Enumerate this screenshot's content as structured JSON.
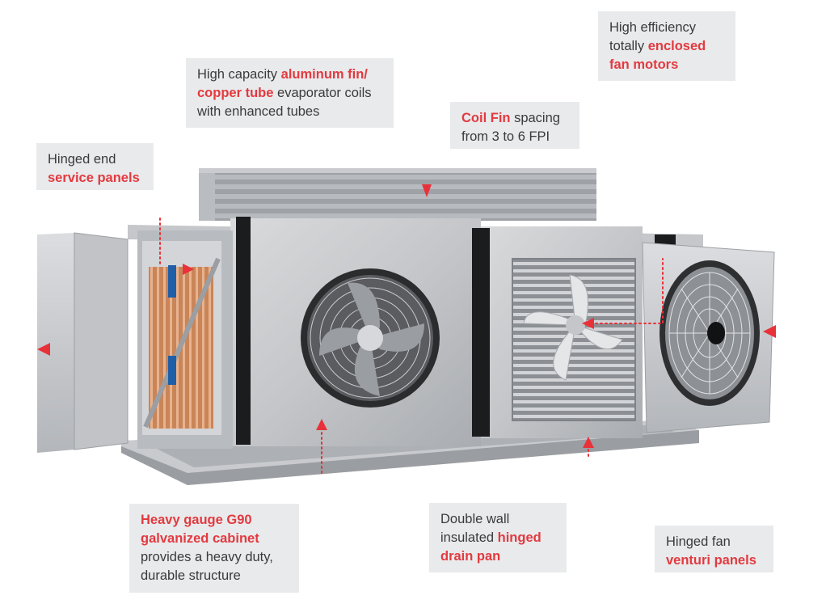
{
  "colors": {
    "accent": "#e23a3f",
    "callout_bg": "#e9eaec",
    "text": "#3a3a3a"
  },
  "callouts": [
    {
      "id": "fan-motors",
      "lines": [
        [
          {
            "t": "High efficiency",
            "hl": false
          }
        ],
        [
          {
            "t": "totally ",
            "hl": false
          },
          {
            "t": "enclosed",
            "hl": true
          }
        ],
        [
          {
            "t": "fan motors",
            "hl": true
          }
        ]
      ]
    },
    {
      "id": "coils",
      "lines": [
        [
          {
            "t": "High capacity ",
            "hl": false
          },
          {
            "t": "aluminum fin/",
            "hl": true
          }
        ],
        [
          {
            "t": "copper tube",
            "hl": true
          },
          {
            "t": " evaporator coils",
            "hl": false
          }
        ],
        [
          {
            "t": "with enhanced tubes",
            "hl": false
          }
        ]
      ]
    },
    {
      "id": "coil-fin",
      "lines": [
        [
          {
            "t": "Coil Fin",
            "hl": true
          },
          {
            "t": " spacing",
            "hl": false
          }
        ],
        [
          {
            "t": "from 3 to 6 FPI",
            "hl": false
          }
        ]
      ]
    },
    {
      "id": "service-panels",
      "lines": [
        [
          {
            "t": "Hinged end",
            "hl": false
          }
        ],
        [
          {
            "t": "service panels",
            "hl": true
          }
        ]
      ]
    },
    {
      "id": "cabinet",
      "lines": [
        [
          {
            "t": "Heavy gauge G90",
            "hl": true
          }
        ],
        [
          {
            "t": "galvanized cabinet",
            "hl": true
          }
        ],
        [
          {
            "t": "provides a heavy duty,",
            "hl": false
          }
        ],
        [
          {
            "t": "durable structure",
            "hl": false
          }
        ]
      ]
    },
    {
      "id": "drain-pan",
      "lines": [
        [
          {
            "t": "Double wall",
            "hl": false
          }
        ],
        [
          {
            "t": "insulated ",
            "hl": false
          },
          {
            "t": "hinged",
            "hl": true
          }
        ],
        [
          {
            "t": "drain pan",
            "hl": true
          }
        ]
      ]
    },
    {
      "id": "venturi",
      "lines": [
        [
          {
            "t": "Hinged fan",
            "hl": false
          }
        ],
        [
          {
            "t": "venturi panels",
            "hl": true
          }
        ]
      ]
    }
  ]
}
